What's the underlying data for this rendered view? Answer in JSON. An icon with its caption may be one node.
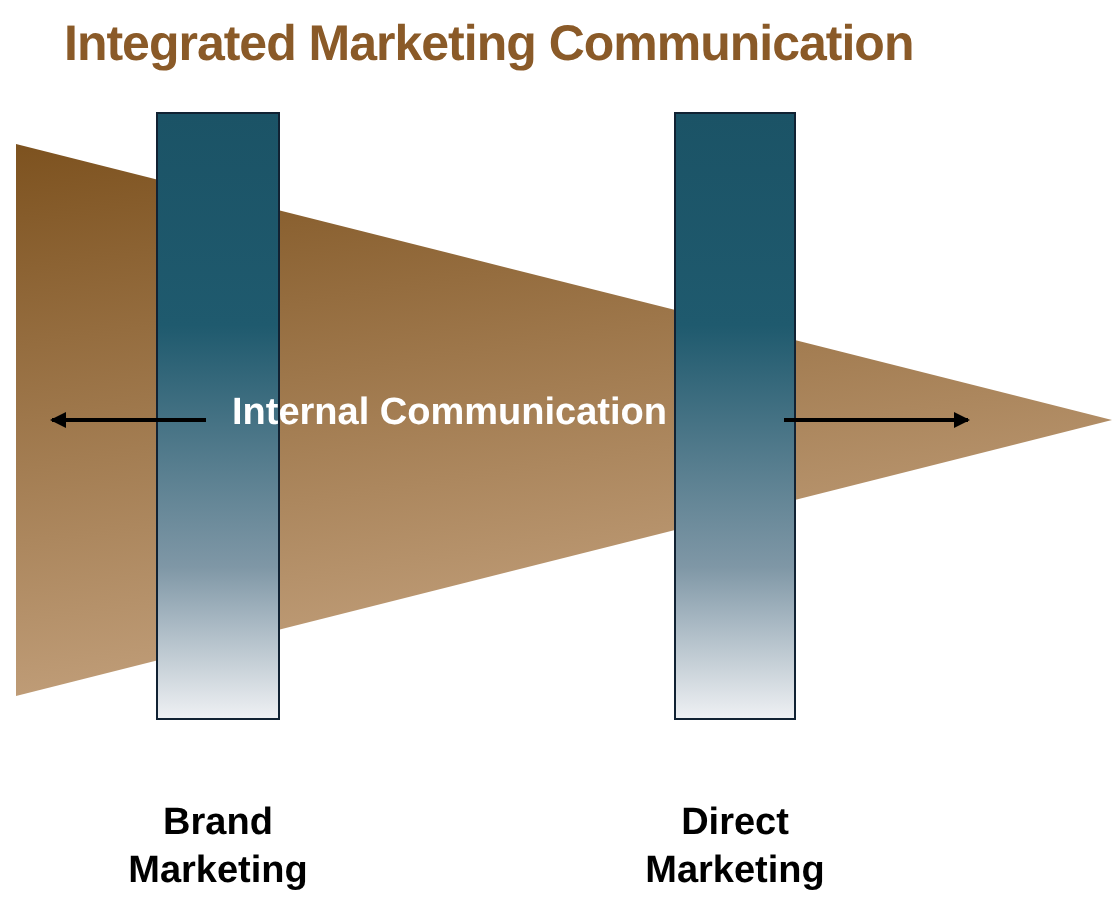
{
  "diagram": {
    "title": "Integrated Marketing Communication",
    "nodes": [
      {
        "text": [
          "Internal Communication"
        ]
      },
      {
        "text": [
          "Brand Marketing"
        ]
      },
      {
        "text": [
          "Direct Marketing"
        ]
      }
    ]
  }
}
